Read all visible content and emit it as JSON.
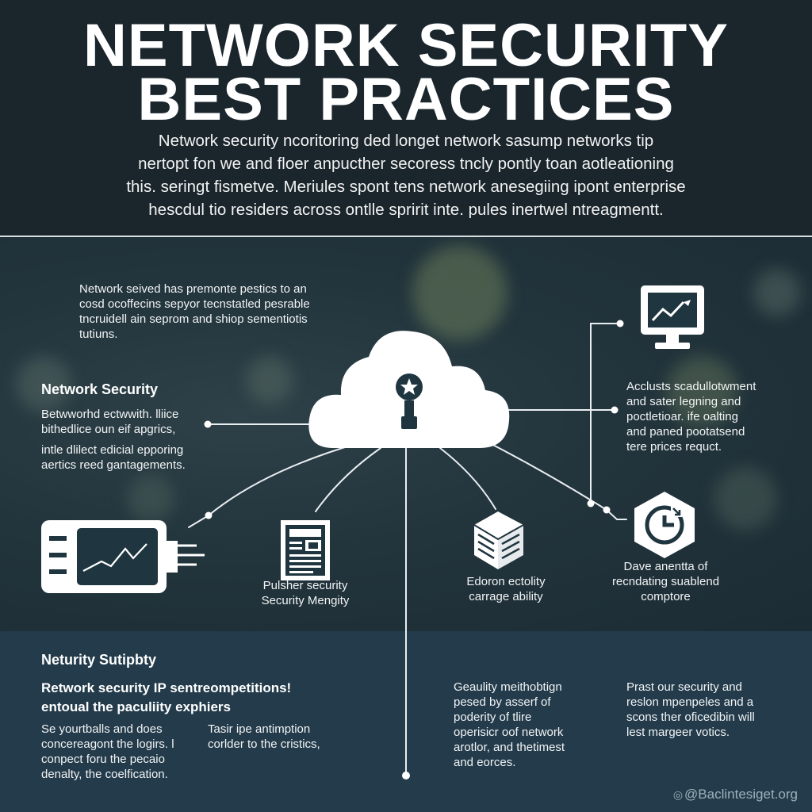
{
  "header": {
    "title_lines": [
      "NETWORK SECURITY",
      "BEST PRACTICES"
    ],
    "intro_lines": [
      "Network security ncoritoring ded longet network sasump networks tip",
      "nertopt fon we and floer anpucther secoress tncly pontly toan aotleationing",
      "this. seringt fismetve. Meriules spont tens network anesegiing ipont enterprise",
      "hescdul tio residers across ontlle spririt inte. pules inertwel ntreagmentt."
    ]
  },
  "diagram": {
    "top_left_lines": [
      "Network seived has premonte pestics to an",
      "cosd ocoffecins sepyor tecnstatled pesrable",
      "tncruidell ain seprom and shiop sementiotis",
      "tutiuns."
    ],
    "left_heading": "Network Security",
    "left_para1_lines": [
      "Betwworhd ectwwith. lliice",
      "bithedlice oun eif apgrics,"
    ],
    "left_para2_lines": [
      "intle dlilect edicial epporing",
      "aertics reed gantagements."
    ],
    "right_top_lines": [
      "Acclusts scadullotwment",
      "and sater legning and",
      "poctletioar. ife oalting",
      "and paned pootatsend",
      "tere prices requct."
    ],
    "node_server_lines": [
      "Pulsher security",
      "Security Mengity"
    ],
    "node_box_lines": [
      "Edoron ectolity",
      "carrage ability"
    ],
    "node_clock_lines": [
      "Dave anentta of",
      "recndating suablend",
      "comptore"
    ]
  },
  "bottom": {
    "heading": "Neturity Sutipbty",
    "subheading_lines": [
      "Retwork security IP sentreompetitions!",
      "entoual the paculiity exphiers"
    ],
    "col1_lines": [
      "Se yourtballs and does",
      "concereagont the logirs. l",
      "conpect foru the pecaio",
      "denalty, the coelfication."
    ],
    "col2_lines": [
      "Tasir ipe antimption",
      "corlder to the cristics,"
    ],
    "col3_lines": [
      "Geaulity meithobtign",
      "pesed by asserf of",
      "poderity of tlire",
      "operisicr oof network",
      "arotlor, and thetimest",
      "and eorces."
    ],
    "col4_lines": [
      "Prast our security and",
      "reslon mpenpeles and a",
      "scons ther oficedibin will",
      "lest margeer votics."
    ]
  },
  "watermark": {
    "text": "@Baclintesiget.org"
  },
  "icons": {
    "cloud": "cloud-icon",
    "person": "user-shield-icon",
    "monitor": "monitor-chart-icon",
    "clock": "clock-icon",
    "device": "network-device-icon",
    "document": "document-icon",
    "cube": "cube-box-icon"
  },
  "colors": {
    "header_bg": "#1a252c",
    "middle_bg": "#22343c",
    "bottom_bg": "#233b4b",
    "text": "#ffffff",
    "line": "#e9eef1"
  }
}
